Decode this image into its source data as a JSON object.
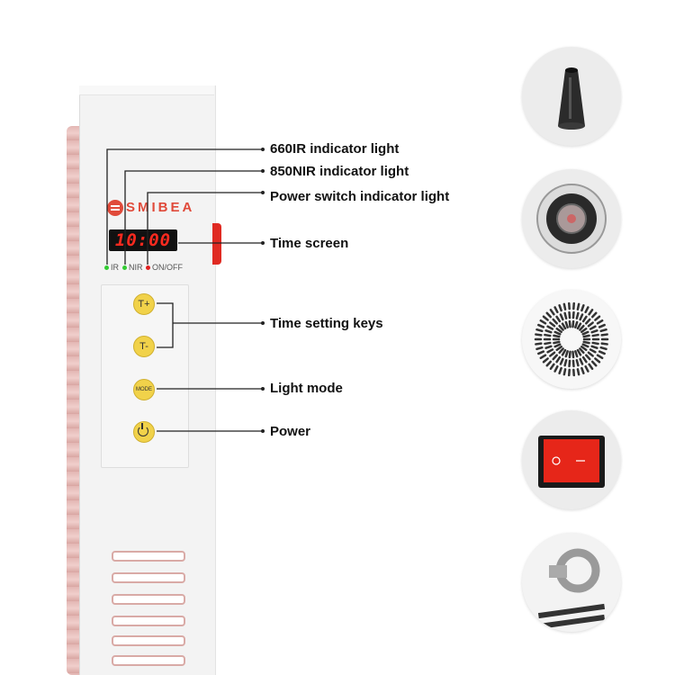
{
  "brand": "SMIBEA",
  "screen_value": "10:00",
  "indicators": {
    "ir": "IR",
    "nir": "NIR",
    "onoff": "ON/OFF"
  },
  "keys": {
    "t_plus": "T+",
    "t_minus": "T-",
    "mode": "MODE"
  },
  "labels": {
    "ir660": "660IR indicator light",
    "nir850": "850NIR indicator light",
    "power_switch": "Power switch indicator light",
    "time_screen": "Time screen",
    "time_keys": "Time setting keys",
    "light_mode": "Light mode",
    "power": "Power"
  },
  "colors": {
    "screen_digits": "#ff2a1f",
    "indicator_green": "#33cc33",
    "indicator_red": "#e02020",
    "key_yellow": "#f1d24a",
    "rocker_red": "#e02a22",
    "brand": "#e04a3a"
  },
  "detail_views": [
    "hanging-nozzle",
    "connector-socket",
    "fan-grille",
    "rocker-switch",
    "eye-bolt"
  ]
}
